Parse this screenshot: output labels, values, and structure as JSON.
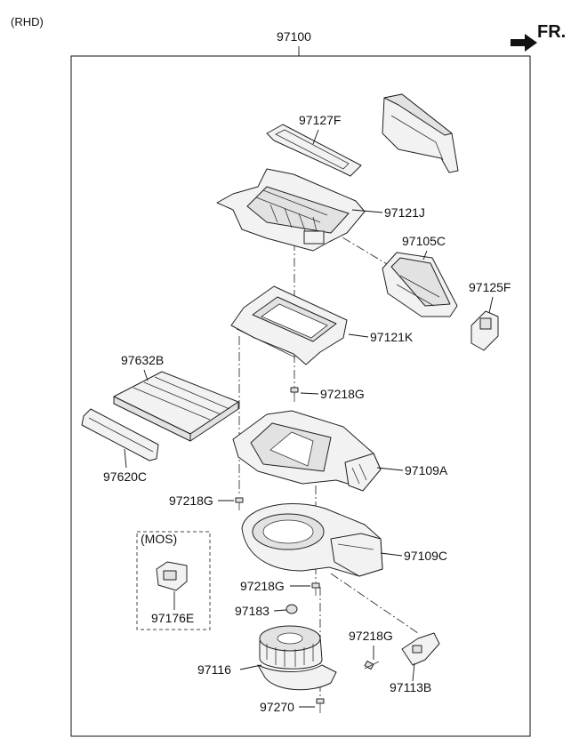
{
  "variant_label": "(RHD)",
  "direction_label": "FR.",
  "assembly_number": "97100",
  "option_label": "(MOS)",
  "parts": {
    "p97127F": "97127F",
    "p97121J": "97121J",
    "p97105C": "97105C",
    "p97125F": "97125F",
    "p97121K": "97121K",
    "p97632B": "97632B",
    "p97218G_a": "97218G",
    "p97620C": "97620C",
    "p97109A": "97109A",
    "p97218G_b": "97218G",
    "p97109C": "97109C",
    "p97176E": "97176E",
    "p97218G_c": "97218G",
    "p97183": "97183",
    "p97218G_d": "97218G",
    "p97116": "97116",
    "p97113B": "97113B",
    "p97270": "97270"
  }
}
